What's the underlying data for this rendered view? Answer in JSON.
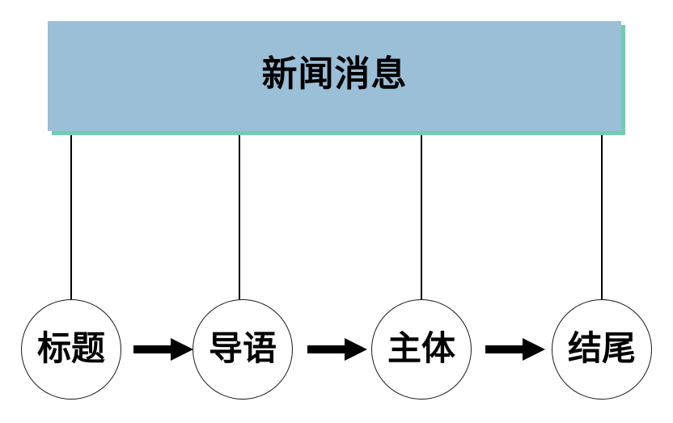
{
  "diagram": {
    "type": "flow-chart",
    "title": "新闻消息",
    "header": {
      "label": "新闻消息",
      "fill_color": "#9CBFD8",
      "shadow_color": "#6ECDB2"
    },
    "nodes": [
      {
        "label": "标题",
        "shape": "circle"
      },
      {
        "label": "导语",
        "shape": "circle"
      },
      {
        "label": "主体",
        "shape": "circle"
      },
      {
        "label": "结尾",
        "shape": "circle"
      }
    ],
    "arrows": [
      {
        "from": "标题",
        "to": "导语",
        "style": "block-arrow-right"
      },
      {
        "from": "导语",
        "to": "主体",
        "style": "block-arrow-right"
      },
      {
        "from": "主体",
        "to": "结尾",
        "style": "block-arrow-right"
      }
    ],
    "connectors": [
      {
        "from": "新闻消息",
        "to": "标题"
      },
      {
        "from": "新闻消息",
        "to": "导语"
      },
      {
        "from": "新闻消息",
        "to": "主体"
      },
      {
        "from": "新闻消息",
        "to": "结尾"
      }
    ],
    "line_color": "#000000"
  }
}
